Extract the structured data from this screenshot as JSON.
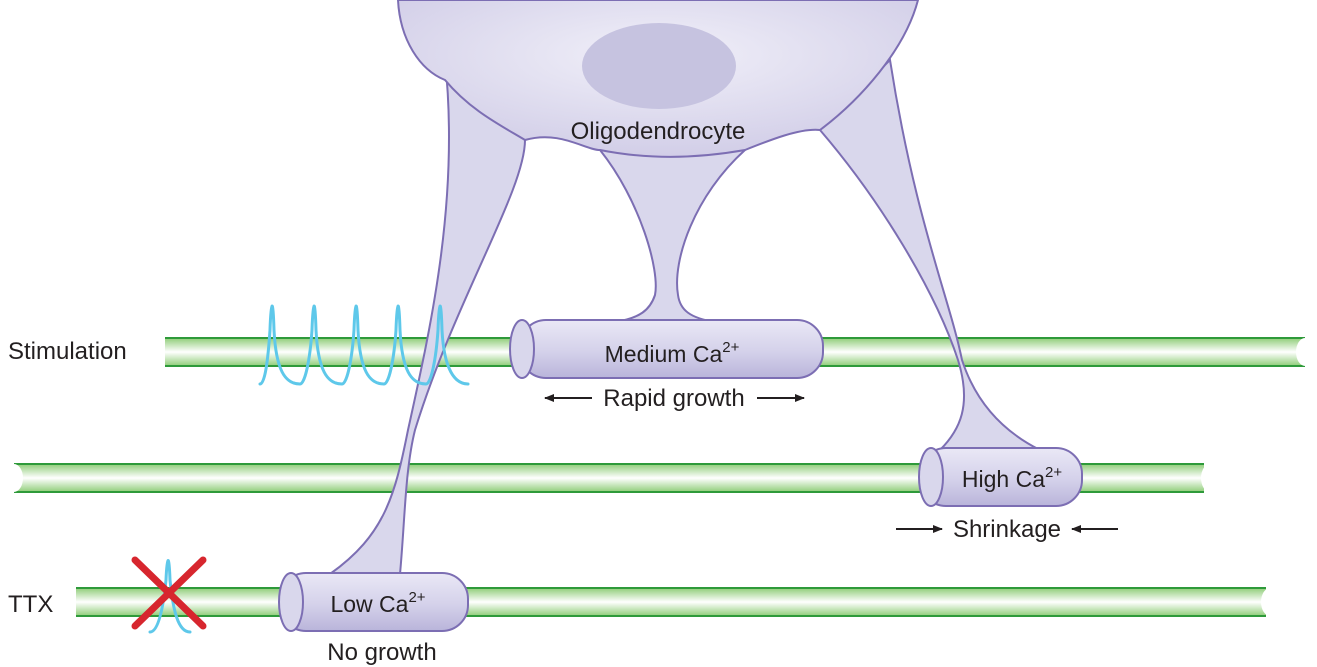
{
  "cell": {
    "name": "Oligodendrocyte"
  },
  "rows": {
    "stimulation": {
      "label": "Stimulation"
    },
    "ttx": {
      "label": "TTX"
    }
  },
  "segments": {
    "medium": {
      "text": "Medium Ca",
      "sup": "2+",
      "note": "Rapid growth"
    },
    "high": {
      "text": "High Ca",
      "sup": "2+",
      "note": "Shrinkage"
    },
    "low": {
      "text": "Low Ca",
      "sup": "2+",
      "note": "No growth"
    }
  },
  "colors": {
    "axon_fill": "#b5dea0",
    "axon_edge": "#2e9a3a",
    "cell_fill": "#d9d7ec",
    "cell_edge": "#7c6eb3",
    "nucleus": "#c6c3e0",
    "spike": "#5ec8ea",
    "block": "#d7262e"
  },
  "icons": {
    "block": "red-x-icon",
    "arrow": "arrow-icon"
  }
}
